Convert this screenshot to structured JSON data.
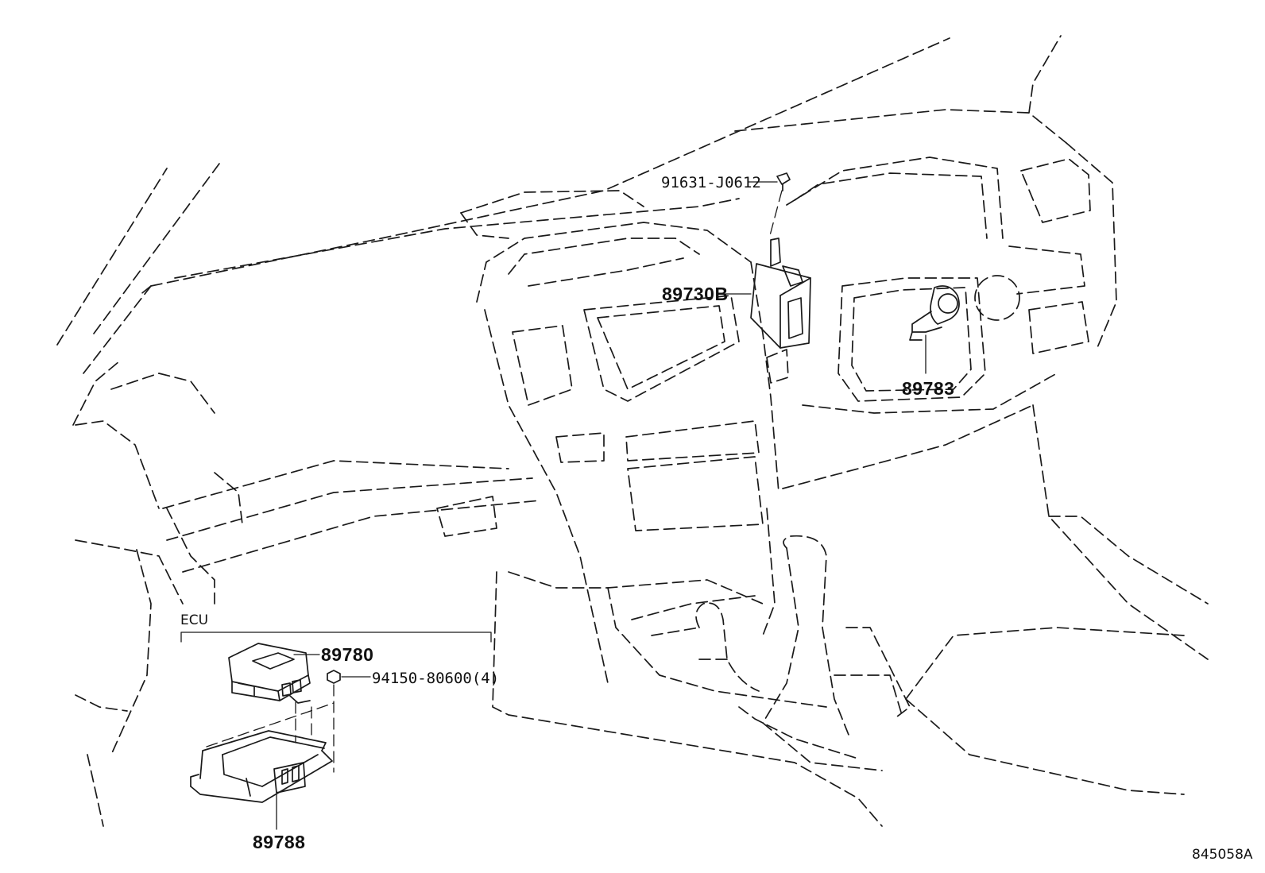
{
  "diagram": {
    "callouts": {
      "screw": "91631-J0612",
      "module_upper": "89730B",
      "ignition_sensor": "89783",
      "ecu_group": "ECU",
      "ecu_unit": "89780",
      "nut": "94150-80600(4)",
      "bracket": "89788"
    },
    "reference_code": "845058A"
  }
}
